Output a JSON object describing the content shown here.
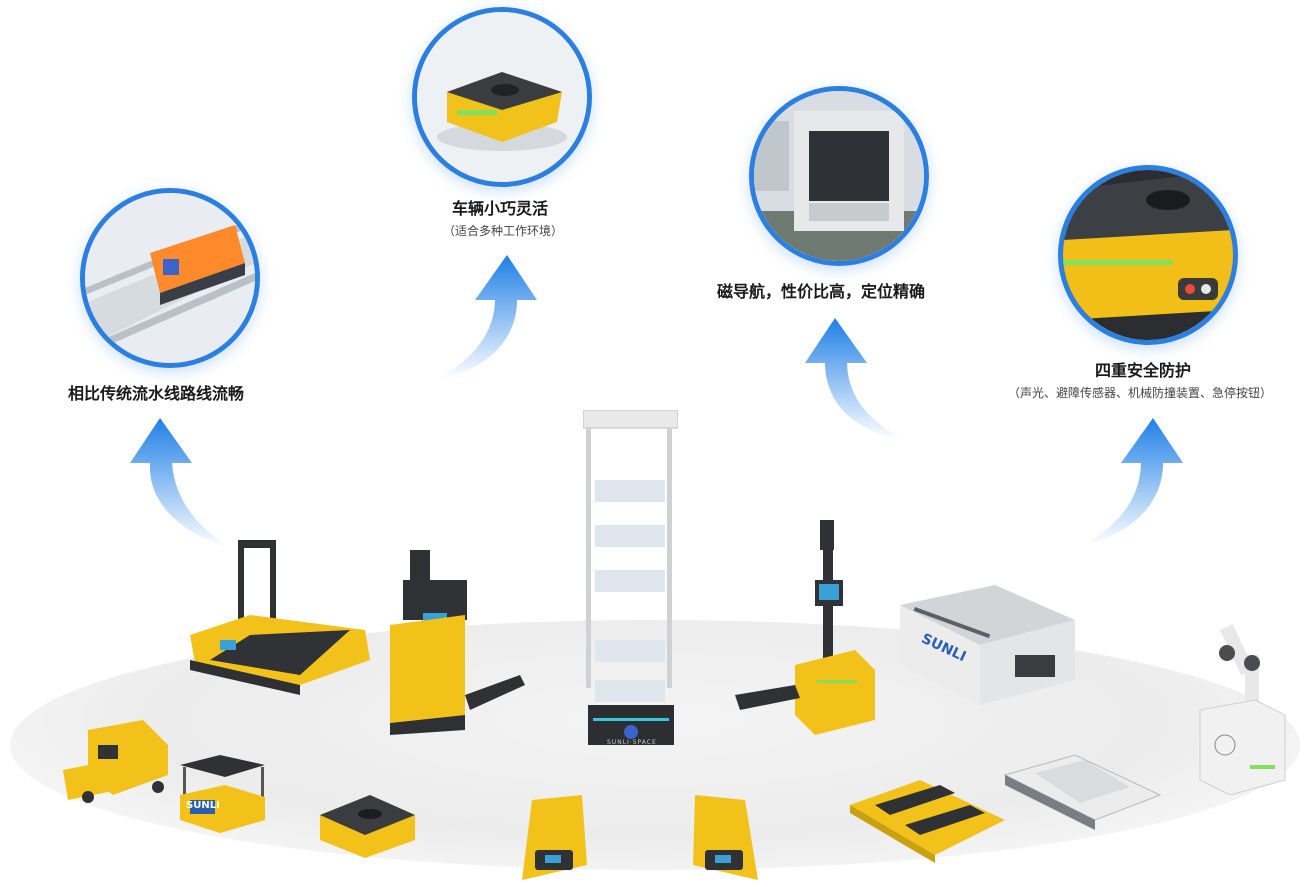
{
  "features": [
    {
      "title": "相比传统流水线路线流畅",
      "subtitle": ""
    },
    {
      "title": "车辆小巧灵活",
      "subtitle": "（适合多种工作环境）"
    },
    {
      "title": "磁导航，性价比高，定位精确",
      "subtitle": ""
    },
    {
      "title": "四重安全防护",
      "subtitle": "（声光、避障传感器、机械防撞装置、急停按钮）"
    }
  ],
  "product_labels": {
    "shelf_brand": "SUNLI·SPACE",
    "module_brand": "SUNLI·SPACE",
    "roller_brand": "SUNLI",
    "cart_brand": "SUNLI"
  },
  "colors": {
    "ring": "#2a7fe0",
    "arrow_top": "#1f7fe6",
    "arrow_bottom": "#d9f0ff",
    "agv_yellow": "#f3c21a",
    "agv_dark": "#333333"
  }
}
